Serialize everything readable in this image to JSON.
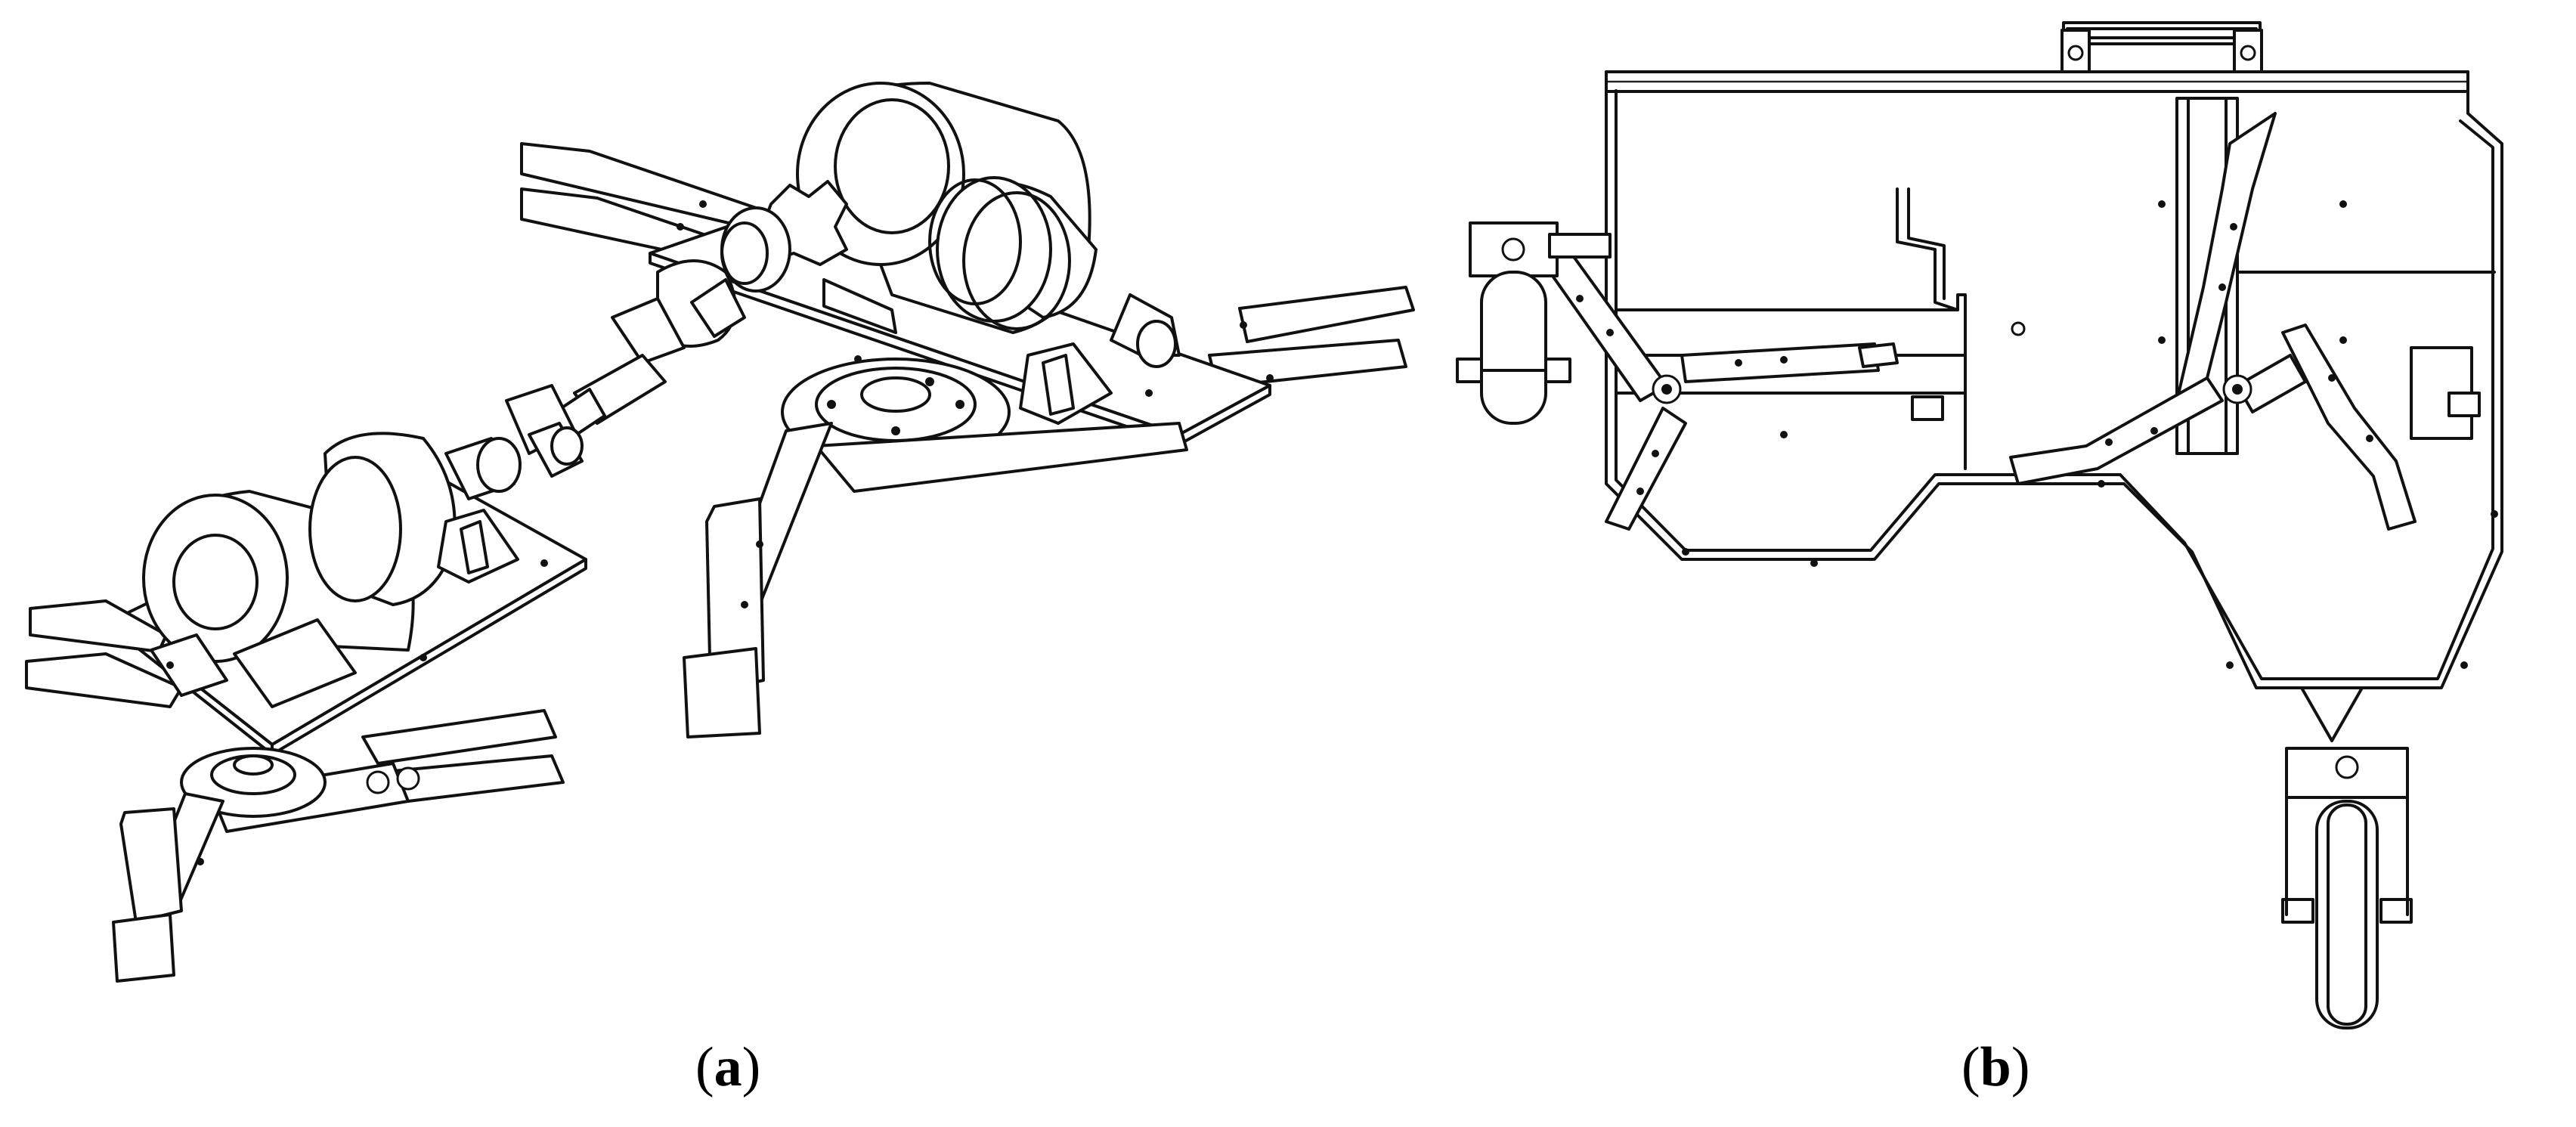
{
  "panels": [
    {
      "id": "a",
      "caption_open": "(",
      "caption_letter": "a",
      "caption_close": ")"
    },
    {
      "id": "b",
      "caption_open": "(",
      "caption_letter": "b",
      "caption_close": ")"
    }
  ],
  "colors": {
    "line": "#111111",
    "background": "#ffffff"
  }
}
